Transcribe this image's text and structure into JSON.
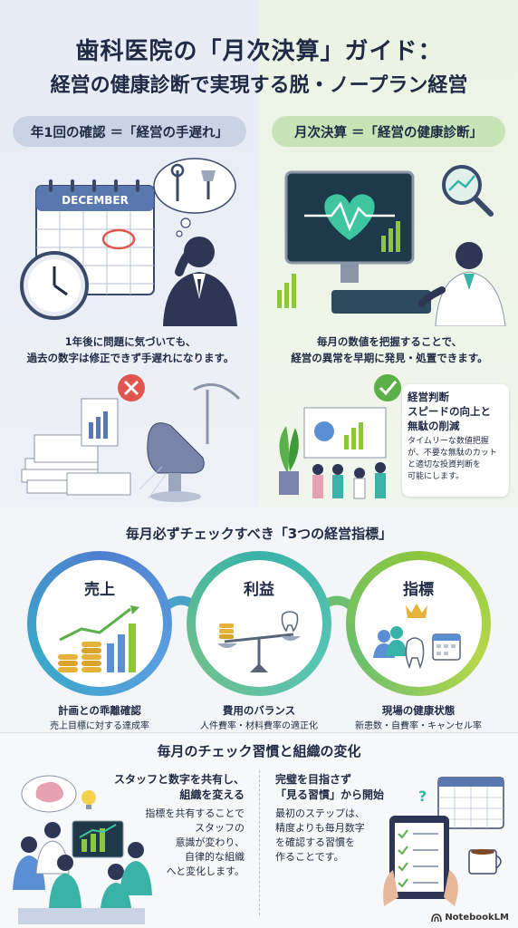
{
  "title": {
    "line1": "歯科医院の「月次決算」ガイド：",
    "line2": "経営の健康診断で実現する脱・ノープラン経営"
  },
  "left": {
    "pill": "年1回の確認 ＝「経営の手遅れ」",
    "calendar_month": "DECEMBER",
    "caption_line1": "1年後に問題に気づいても、",
    "caption_line2": "過去の数字は修正できず手遅れになります。"
  },
  "right": {
    "pill": "月次決算 ＝「経営の健康診断」",
    "caption_line1": "毎月の数値を把握することで、",
    "caption_line2": "経営の異常を早期に発見・処置できます。",
    "card": {
      "title_line1": "経営判断",
      "title_line2": "スピードの向上と",
      "title_line3": "無駄の削減",
      "body_line1": "タイムリーな数値把握",
      "body_line2": "が、不要な無駄のカット",
      "body_line3": "と適切な投資判断を",
      "body_line4": "可能にします。"
    }
  },
  "metrics": {
    "section_title": "毎月必ずチェックすべき「3つの経営指標」",
    "items": [
      {
        "label": "売上",
        "title": "計画との乖離確認",
        "sub": "売上目標に対する達成率"
      },
      {
        "label": "利益",
        "title": "費用のバランス",
        "sub": "人件費率・材料費率の適正化"
      },
      {
        "label": "指標",
        "title": "現場の健康状態",
        "sub": "新患数・自費率・キャンセル率"
      }
    ]
  },
  "bottom": {
    "section_title": "毎月のチェック習慣と組織の変化",
    "left": {
      "h1": "スタッフと数字を共有し、",
      "h2": "組織を変える",
      "b1": "指標を共有することで",
      "b2": "スタッフの",
      "b3": "意識が変わり、",
      "b4": "自律的な組織",
      "b5": "へと変化します。"
    },
    "right": {
      "h1": "完璧を目指さず",
      "h2": "「見る習慣」から開始",
      "b1": "最初のステップは、",
      "b2": "精度よりも毎月数字",
      "b3": "を確認する習慣を",
      "b4": "作ることです。"
    }
  },
  "logo": "NotebookLM",
  "colors": {
    "navy": "#1f2a44",
    "blue_ring": "#5a8fd6",
    "teal_ring": "#39b3a8",
    "green_ring": "#8cc63f",
    "heart": "#3fc6a0",
    "cross": "#e0564f",
    "check": "#5bb04a"
  }
}
